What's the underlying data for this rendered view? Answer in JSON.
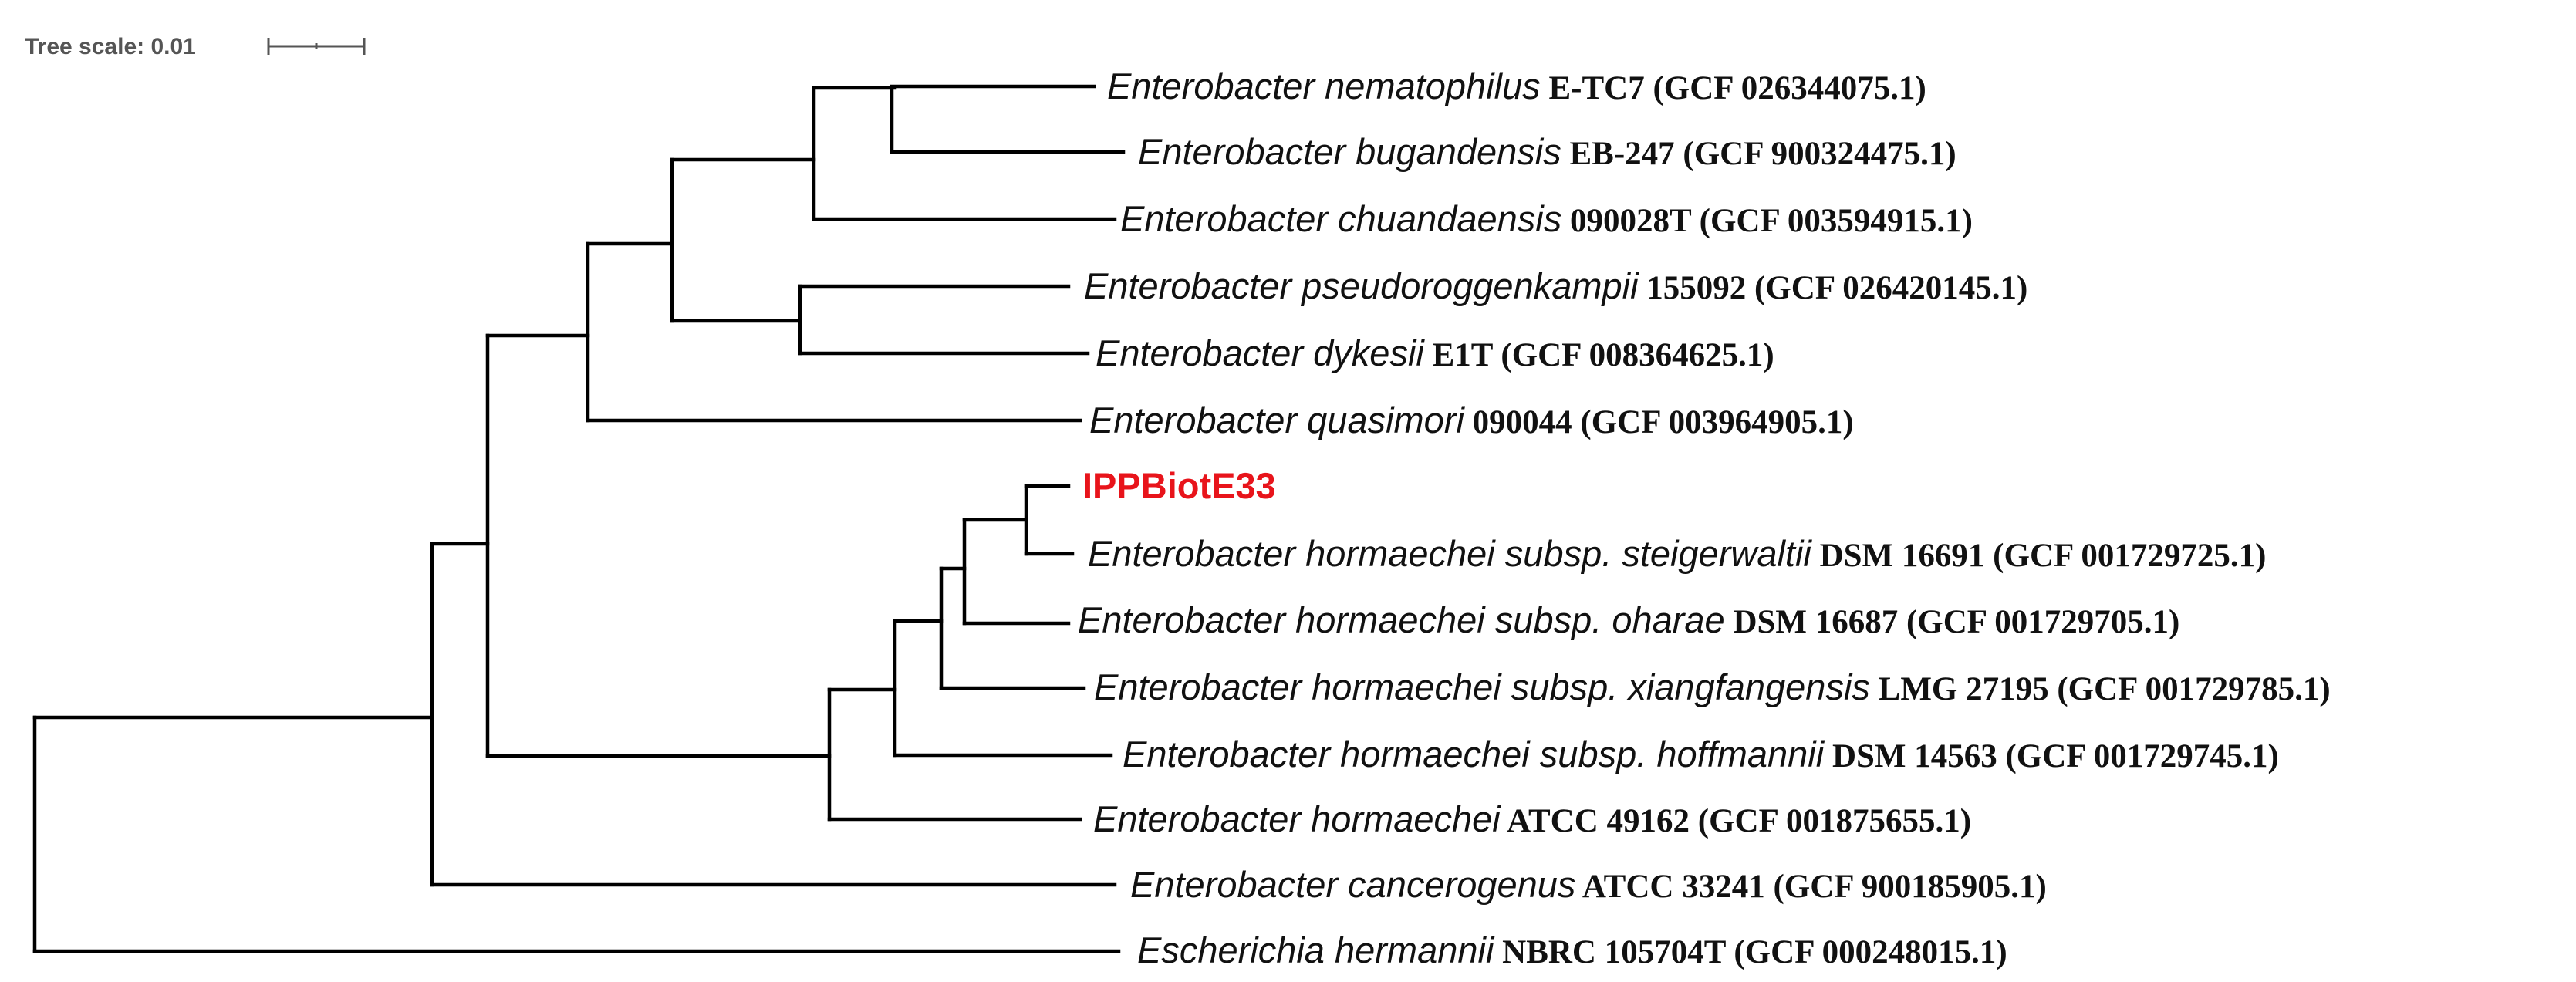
{
  "tree_scale": {
    "label": "Tree scale: 0.01"
  },
  "leaves": [
    {
      "id": "nematophilus",
      "species": "Enterobacter nematophilus",
      "strain": "E-TC7 (GCF 026344075.1)",
      "highlighted": false
    },
    {
      "id": "bugandensis",
      "species": "Enterobacter bugandensis",
      "strain": "EB-247 (GCF 900324475.1)",
      "highlighted": false
    },
    {
      "id": "chuandaensis",
      "species": "Enterobacter chuandaensis",
      "strain": "090028T (GCF 003594915.1)",
      "highlighted": false
    },
    {
      "id": "pseudoroggenkampii",
      "species": "Enterobacter pseudoroggenkampii",
      "strain": "155092 (GCF 026420145.1)",
      "highlighted": false
    },
    {
      "id": "dykesii",
      "species": "Enterobacter dykesii",
      "strain": "E1T (GCF 008364625.1)",
      "highlighted": false
    },
    {
      "id": "quasimori",
      "species": "Enterobacter quasimori",
      "strain": "090044 (GCF 003964905.1)",
      "highlighted": false
    },
    {
      "id": "ippbiote33",
      "species": "IPPBiotE33",
      "strain": "",
      "highlighted": true
    },
    {
      "id": "steigerwaltii",
      "species": "Enterobacter hormaechei subsp. steigerwaltii",
      "strain": "DSM 16691 (GCF 001729725.1)",
      "highlighted": false
    },
    {
      "id": "oharae",
      "species": "Enterobacter hormaechei subsp. oharae",
      "strain": "DSM 16687 (GCF 001729705.1)",
      "highlighted": false
    },
    {
      "id": "xiangfangensis",
      "species": "Enterobacter hormaechei subsp. xiangfangensis",
      "strain": "LMG 27195 (GCF 001729785.1)",
      "highlighted": false
    },
    {
      "id": "hoffmannii",
      "species": "Enterobacter hormaechei subsp. hoffmannii",
      "strain": "DSM 14563 (GCF 001729745.1)",
      "highlighted": false
    },
    {
      "id": "hormaechei",
      "species": "Enterobacter hormaechei",
      "strain": "ATCC 49162 (GCF 001875655.1)",
      "highlighted": false
    },
    {
      "id": "cancerogenus",
      "species": "Enterobacter cancerogenus",
      "strain": "ATCC 33241 (GCF 900185905.1)",
      "highlighted": false
    },
    {
      "id": "hermannii",
      "species": "Escherichia hermannii",
      "strain": "NBRC 105704T (GCF 000248015.1)",
      "highlighted": false
    }
  ],
  "colors": {
    "branch": "#000000",
    "highlight": "#e8141b",
    "scale_text": "#555555"
  }
}
